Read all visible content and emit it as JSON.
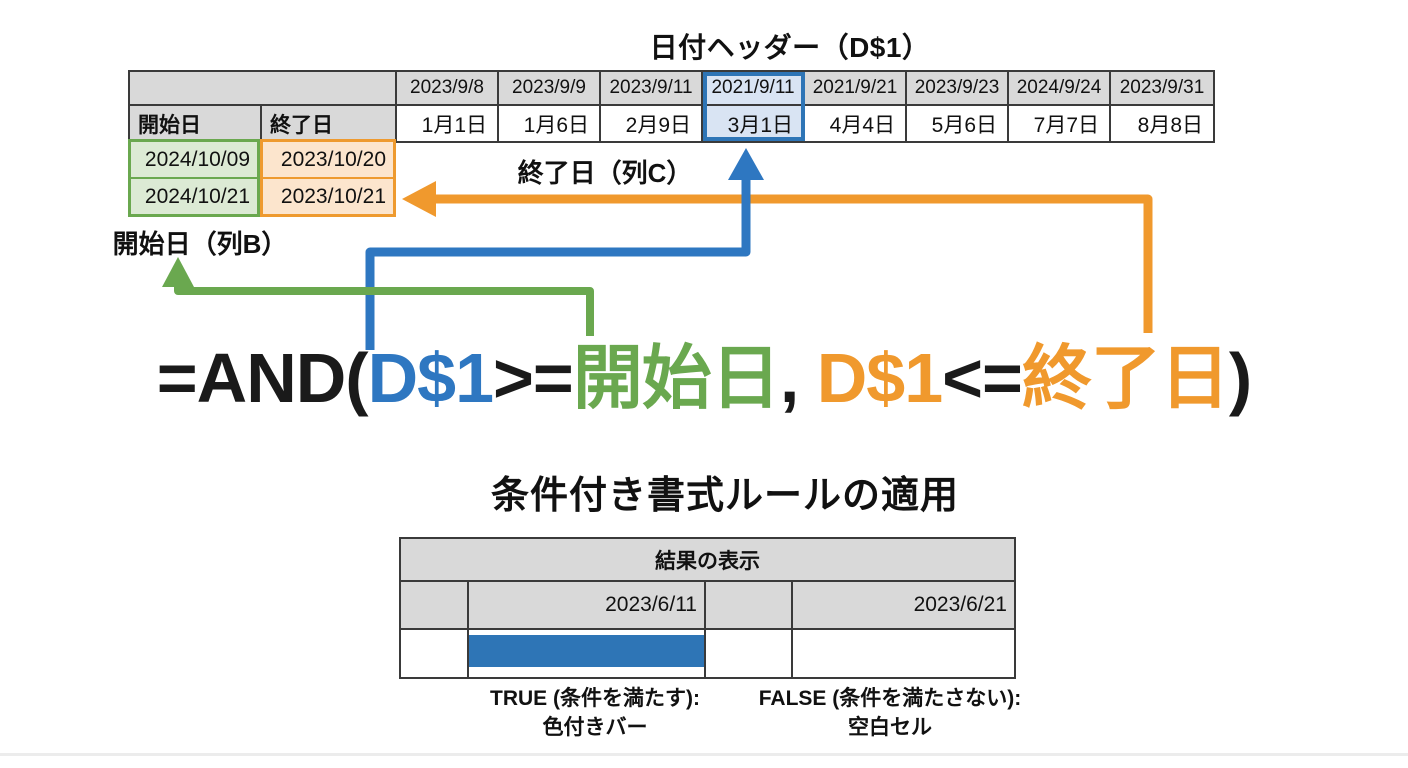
{
  "colors": {
    "accent_blue": "#2e77c1",
    "cell_blue_fill": "#d9e4f3",
    "bar_blue": "#2e75b6",
    "accent_green": "#6aa84f",
    "cell_green_fill": "#dcead4",
    "accent_orange": "#ee9a2f",
    "cell_orange_fill": "#fce5cd",
    "header_grey": "#d9d9d9",
    "grid_border": "#3a3a3a"
  },
  "top": {
    "header_label": "日付ヘッダー（D$1）",
    "start_col_label": "開始日（列B）",
    "end_col_label": "終了日（列C）",
    "table": {
      "dates": [
        "2023/9/8",
        "2023/9/9",
        "2023/9/11",
        "2021/9/11",
        "2021/9/21",
        "2023/9/23",
        "2024/9/24",
        "2023/9/31"
      ],
      "col_headers": [
        "開始日",
        "終了日"
      ],
      "days": [
        "1月1日",
        "1月6日",
        "2月9日",
        "3月1日",
        "4月4日",
        "5月6日",
        "7月7日",
        "8月8日"
      ],
      "highlighted_date": "2021/9/11",
      "highlighted_day": "3月1日"
    },
    "start_dates": [
      "2024/10/09",
      "2024/10/21"
    ],
    "end_dates": [
      "2023/10/20",
      "2023/10/21"
    ]
  },
  "formula": {
    "parts": [
      {
        "text": "=AND(",
        "color": "black"
      },
      {
        "text": "D$1",
        "color": "blue"
      },
      {
        "text": ">=",
        "color": "black"
      },
      {
        "text": "開始日",
        "color": "green"
      },
      {
        "text": ", ",
        "color": "black"
      },
      {
        "text": "D$1",
        "color": "orange"
      },
      {
        "text": "<=",
        "color": "black"
      },
      {
        "text": "終了日",
        "color": "orange"
      },
      {
        "text": ")",
        "color": "black"
      }
    ]
  },
  "bottom": {
    "section_title": "条件付き書式ルールの適用",
    "result_header": "結果の表示",
    "result_dates": [
      "2023/6/11",
      "2023/6/21"
    ],
    "true_label_line1": "TRUE (条件を満たす):",
    "true_label_line2": "色付きバー",
    "false_label_line1": "FALSE (条件を満たさない):",
    "false_label_line2": "空白セル"
  }
}
